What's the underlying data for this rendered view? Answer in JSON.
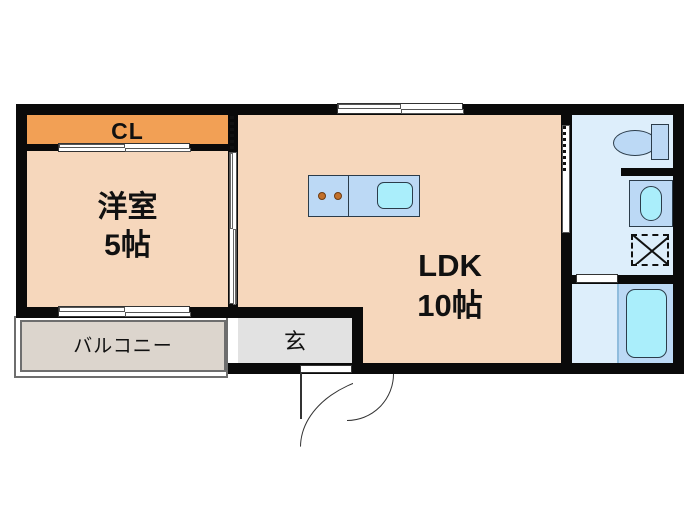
{
  "plan": {
    "title": "Apartment Floor Plan",
    "type": "1LDK"
  },
  "rooms": [
    {
      "id": "closet",
      "label": "CL",
      "name": "closet"
    },
    {
      "id": "washitsu",
      "label": "洋室",
      "size": "5帖",
      "name": "western-room"
    },
    {
      "id": "ldk",
      "label": "LDK",
      "size": "10帖",
      "name": "living-dining-kitchen"
    },
    {
      "id": "balcony",
      "label": "バルコニー",
      "name": "balcony"
    },
    {
      "id": "genkan",
      "label": "玄",
      "name": "entrance"
    }
  ],
  "fixtures": [
    {
      "id": "stove",
      "label": "",
      "name": "gas-stove"
    },
    {
      "id": "sink",
      "label": "",
      "name": "kitchen-sink"
    },
    {
      "id": "toilet",
      "label": "",
      "name": "toilet"
    },
    {
      "id": "tank",
      "label": "",
      "name": "toilet-tank"
    },
    {
      "id": "basin",
      "label": "",
      "name": "wash-basin"
    },
    {
      "id": "washer",
      "label": "",
      "name": "washing-machine-space"
    },
    {
      "id": "bathtub",
      "label": "",
      "name": "bathtub"
    }
  ],
  "openings": [
    {
      "id": "cl-door",
      "name": "closet-sliding-door"
    },
    {
      "id": "ldk-window",
      "name": "ldk-window"
    },
    {
      "id": "balcony-door",
      "name": "balcony-sliding-door"
    },
    {
      "id": "room-door",
      "name": "room-sliding-door"
    },
    {
      "id": "wash-door",
      "name": "washroom-door"
    },
    {
      "id": "bath-door",
      "name": "bathroom-door"
    },
    {
      "id": "front-door",
      "name": "front-entrance-door"
    }
  ],
  "colors": {
    "room_floor": "#f6d7bc",
    "closet_fill": "#f2a055",
    "balcony_fill": "#dcd5cd",
    "genkan_fill": "#e2e2e2",
    "wet_area": "#ddeefb",
    "fixture": "#bcd9f5",
    "water": "#aaeefb",
    "wall": "#0a0a0a"
  }
}
